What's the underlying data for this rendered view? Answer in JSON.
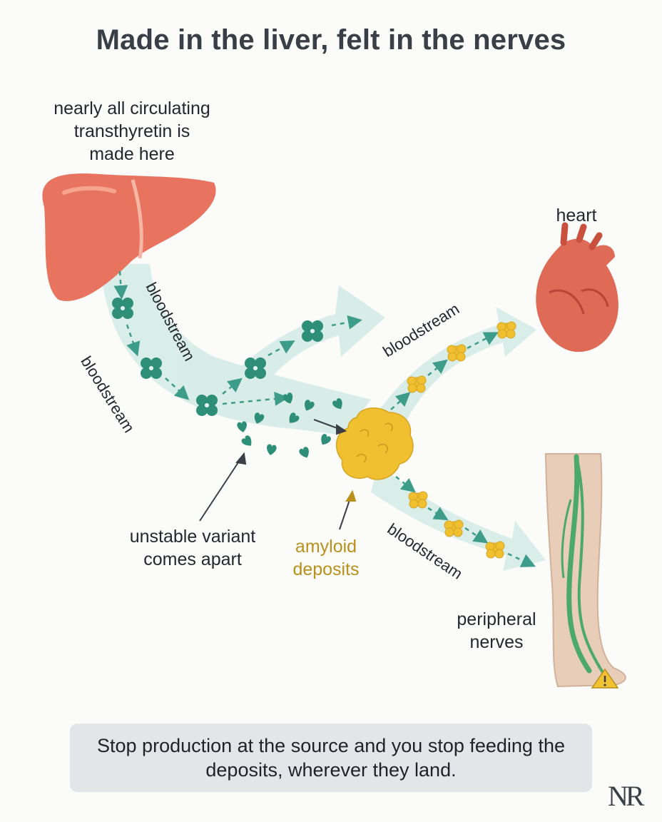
{
  "title": "Made in the liver, felt in the nerves",
  "labels": {
    "liver": "nearly all circulating\ntransthyretin is\nmade here",
    "heart": "heart",
    "nerves": "peripheral\nnerves",
    "unstable": "unstable variant\ncomes apart",
    "amyloid": "amyloid\ndeposits"
  },
  "stream_labels": [
    "bloodstream",
    "bloodstream",
    "bloodstream",
    "bloodstream"
  ],
  "note": "Stop production at the source and you stop feeding the deposits, wherever they land.",
  "logo": "NR",
  "colors": {
    "liver": "#e8735e",
    "stream": "#d7ece8",
    "protein": "#2e8f78",
    "amyloid": "#f0c030",
    "heart": "#df6a55",
    "nerve": "#4aa96b",
    "leg": "#e8cdb8",
    "warning": "#f2c233"
  }
}
